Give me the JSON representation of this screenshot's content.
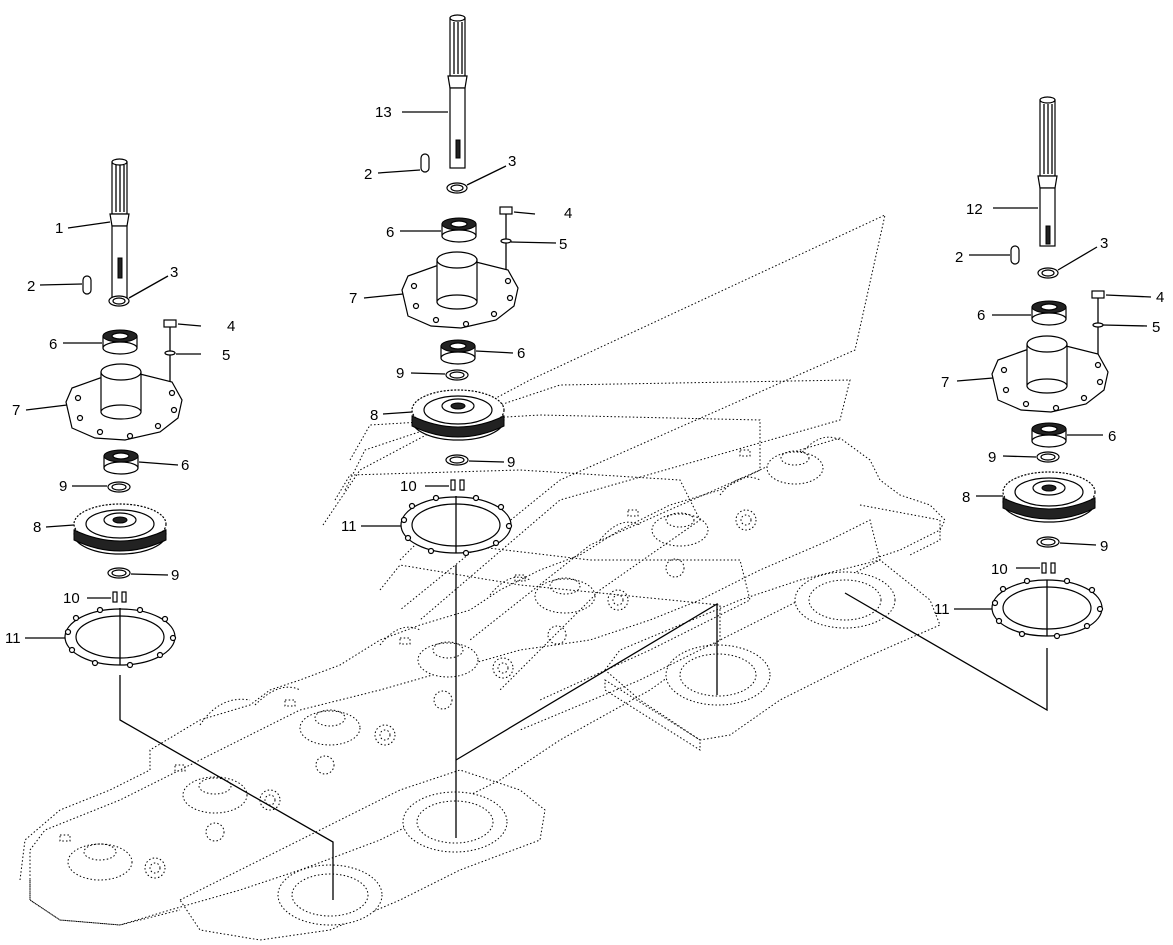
{
  "labels": {
    "a": {
      "p1": "1",
      "p2": "2",
      "p3": "3",
      "p4": "4",
      "p5": "5",
      "p6a": "6",
      "p7": "7",
      "p6b": "6",
      "p9a": "9",
      "p8": "8",
      "p9b": "9",
      "p10": "10",
      "p11": "11"
    },
    "b": {
      "p13": "13",
      "p2": "2",
      "p3": "3",
      "p4": "4",
      "p6a": "6",
      "p5": "5",
      "p7": "7",
      "p6b": "6",
      "p9a": "9",
      "p8": "8",
      "p9b": "9",
      "p10": "10",
      "p11": "11"
    },
    "c": {
      "p12": "12",
      "p2": "2",
      "p3": "3",
      "p4": "4",
      "p6a": "6",
      "p5": "5",
      "p7": "7",
      "p6b": "6",
      "p9a": "9",
      "p8": "8",
      "p9b": "9",
      "p10": "10",
      "p11": "11"
    }
  }
}
